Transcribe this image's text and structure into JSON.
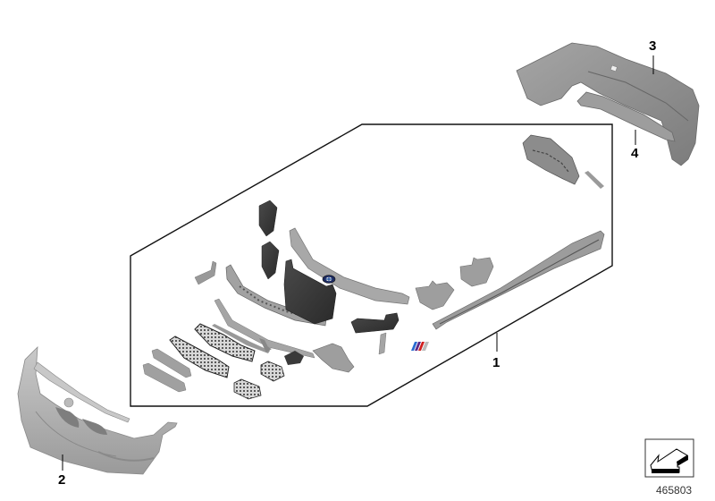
{
  "diagram": {
    "type": "exploded parts diagram",
    "subject": "Aerodynamic body kit (front bumper, rear bumper, kit contents)",
    "callouts": [
      {
        "number": "1",
        "part": "kit-contents (boxed group of components)"
      },
      {
        "number": "2",
        "part": "front bumper trim panel"
      },
      {
        "number": "3",
        "part": "rear bumper trim panel"
      },
      {
        "number": "4",
        "part": "rear bumper lower trim / diffuser"
      }
    ],
    "kit_box_components": [
      "air ducts (upper/lower)",
      "front bumper carrier / impact absorber",
      "air guide center",
      "BMW emblem",
      "front center grille",
      "lateral grilles",
      "trim strips",
      "brake air ducts",
      "side sill panel",
      "M badge",
      "rear diffuser insert"
    ],
    "reference_number": "465803",
    "colors": {
      "part_light": "#b5b5b5",
      "part_mid": "#8f8f8f",
      "part_dark": "#3a3a3a",
      "line": "#000000",
      "badge_blue": "#1c4e9c",
      "m_stripe_blue": "#2a6cd0",
      "m_stripe_purple": "#5a2a8a",
      "m_stripe_red": "#d02020"
    }
  },
  "labels": {
    "one": "1",
    "two": "2",
    "three": "3",
    "four": "4",
    "ref": "465803"
  }
}
